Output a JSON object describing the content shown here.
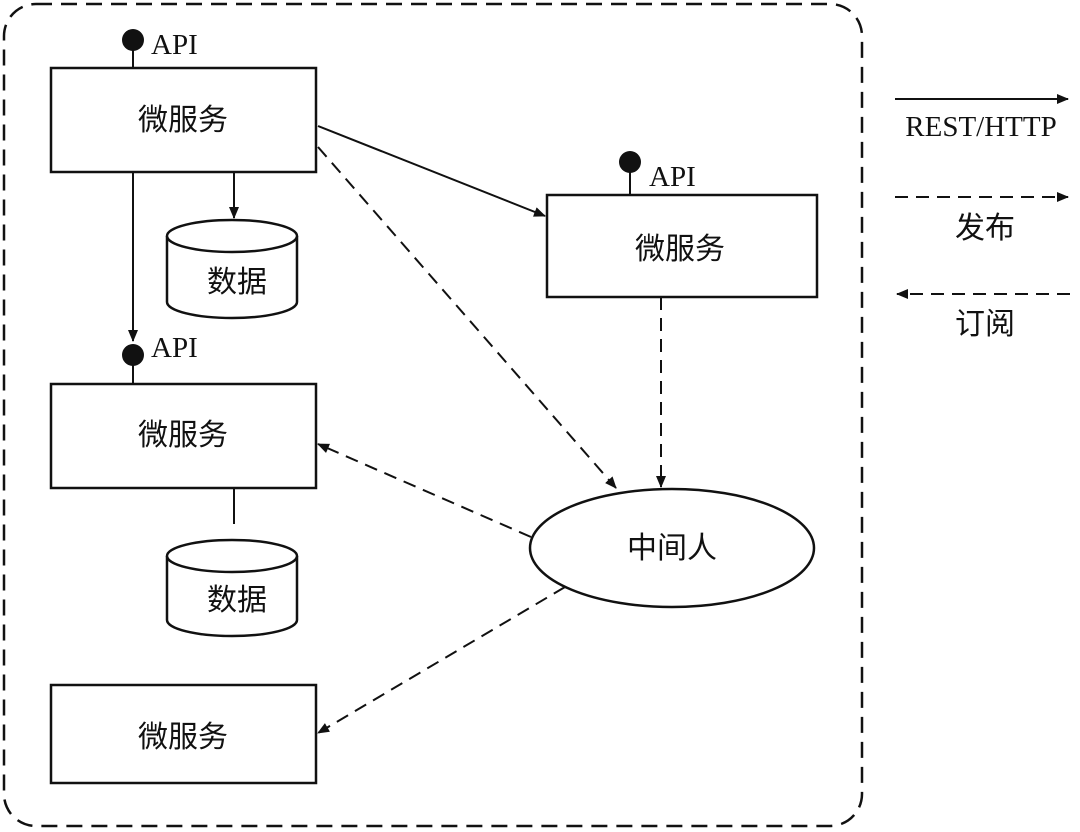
{
  "services": [
    {
      "label": "微服务",
      "api": "API"
    },
    {
      "label": "微服务",
      "api": "API"
    },
    {
      "label": "微服务",
      "api": "API"
    },
    {
      "label": "微服务"
    }
  ],
  "databases": [
    {
      "label": "数据"
    },
    {
      "label": "数据"
    }
  ],
  "broker": {
    "label": "中间人"
  },
  "legend": {
    "rest": "REST/HTTP",
    "publish": "发布",
    "subscribe": "订阅"
  }
}
